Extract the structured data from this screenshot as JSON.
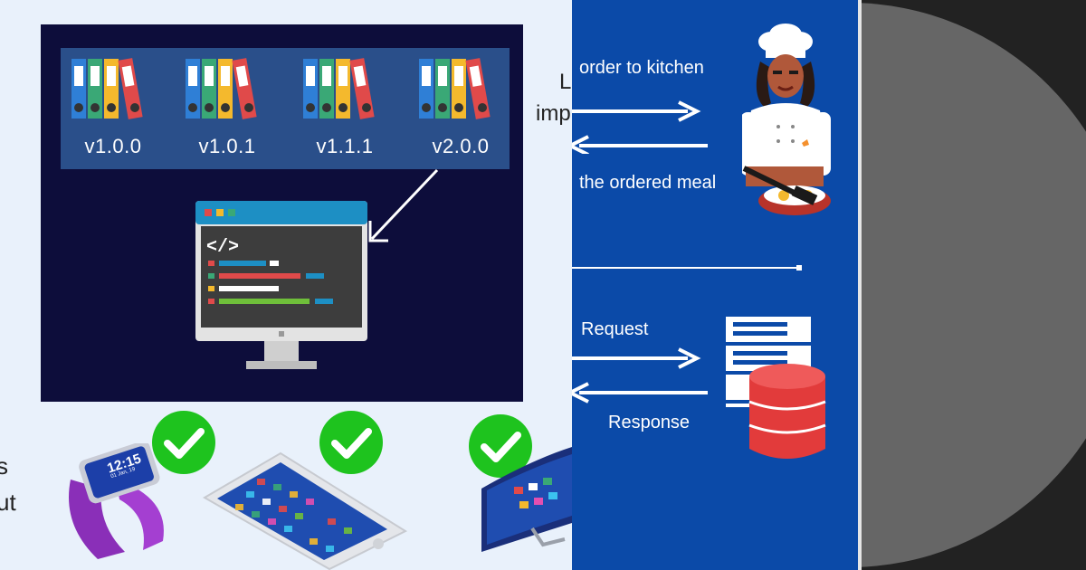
{
  "versions": [
    "v1.0.0",
    "v1.0.1",
    "v1.1.1",
    "v2.0.0"
  ],
  "left_cut_text": [
    "s",
    "ut"
  ],
  "watch_time": "12:15",
  "watch_date": "01 Jan, 19",
  "restaurant": {
    "order_label": "order to kitchen",
    "meal_label": "the ordered meal"
  },
  "client_server": {
    "request_label": "Request",
    "response_label": "Response"
  },
  "partial_heading": [
    "L",
    "imp"
  ],
  "colors": {
    "dark_box": "#0d0d3b",
    "versions_bar": "#2a4f8a",
    "mid_panel": "#0b4aa8",
    "check_green": "#1ec31e",
    "database_red": "#e23b3b"
  }
}
